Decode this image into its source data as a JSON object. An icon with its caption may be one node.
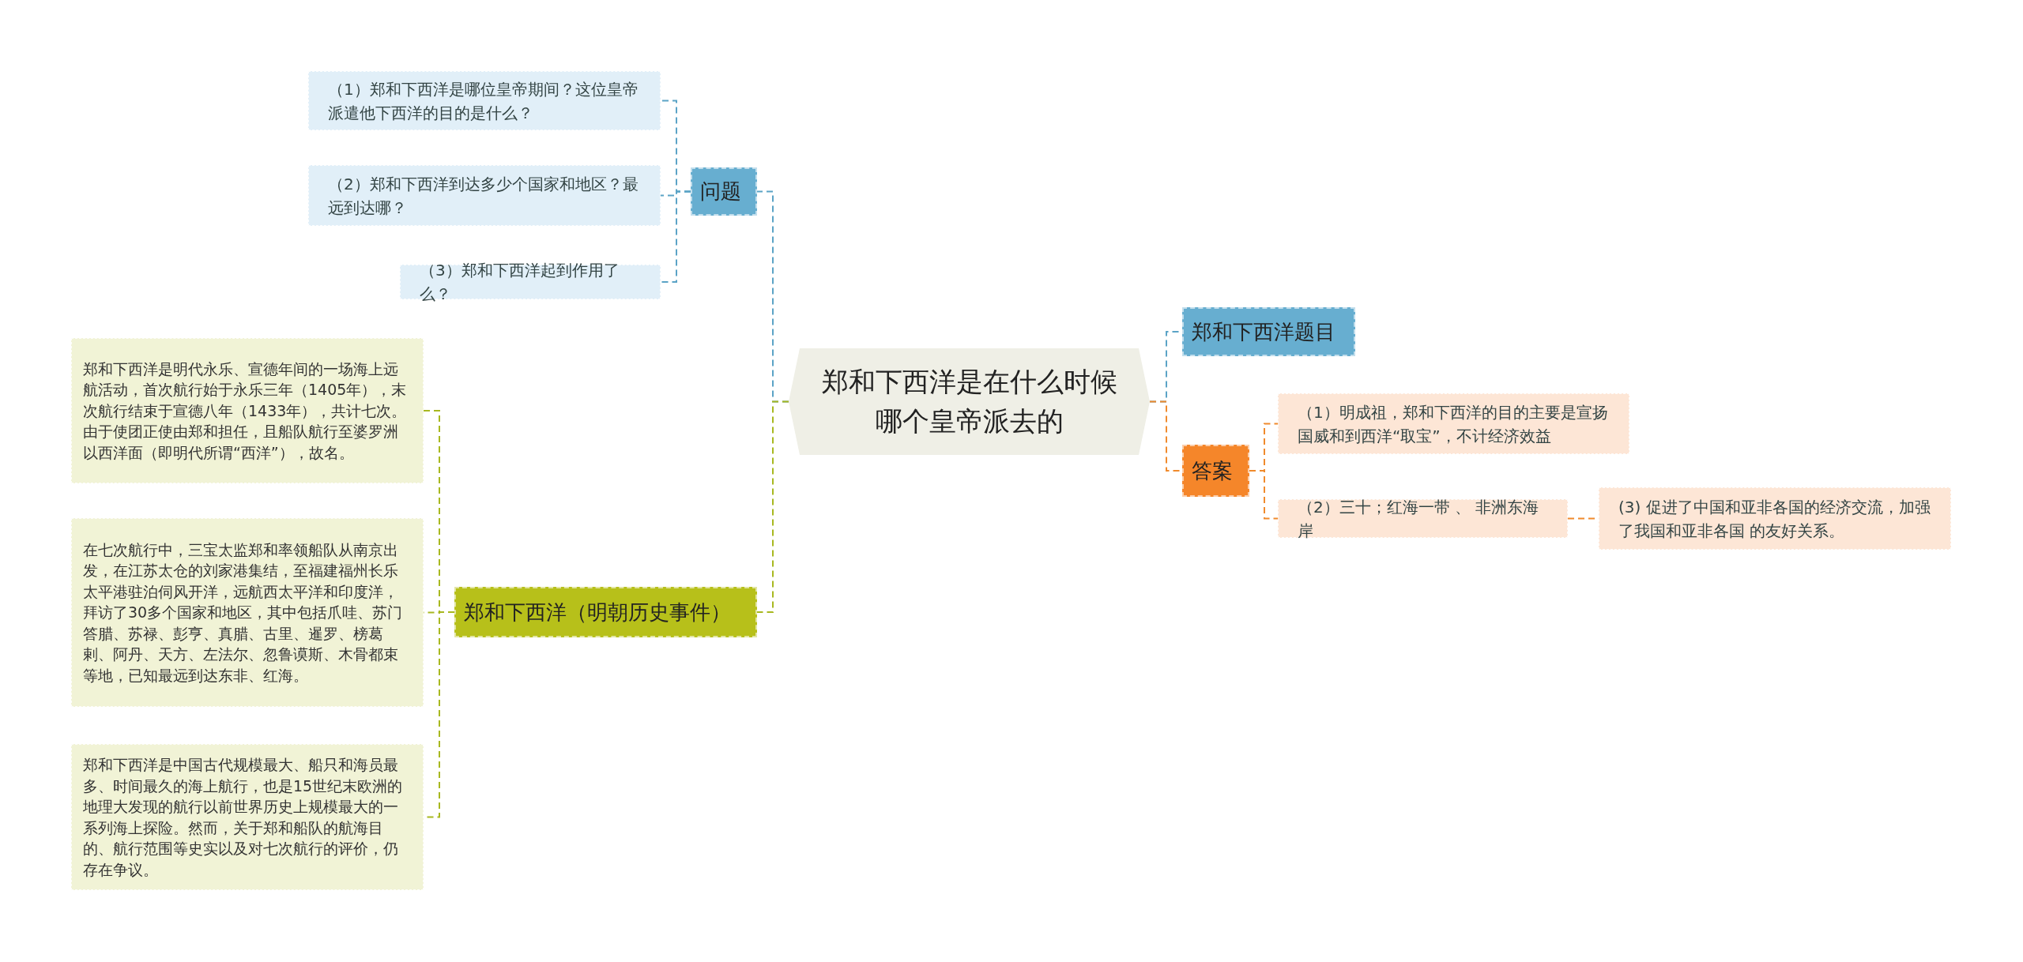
{
  "diagram": {
    "nodes": [
      {
        "text": [
          "郑和下西洋是在什么时候哪个皇帝派去的"
        ]
      },
      {
        "text": [
          "问题"
        ]
      },
      {
        "text": [
          "（1）郑和下西洋是哪位皇帝期间？这位皇帝派遣他下西洋的目的是什么？"
        ]
      },
      {
        "text": [
          "（2）郑和下西洋到达多少个国家和地区？最远到达哪？"
        ]
      },
      {
        "text": [
          "（3）郑和下西洋起到作用了么？"
        ]
      },
      {
        "text": [
          "郑和下西洋（明朝历史事件）"
        ]
      },
      {
        "text": [
          "郑和下西洋是明代永乐、宣德年间的一场海上远航活动，首次航行始于永乐三年（1405年），末次航行结束于宣德八年（1433年），共计七次。由于使团正使由郑和担任，且船队航行至婆罗洲以西洋面（即明代所谓“西洋”），故名。"
        ]
      },
      {
        "text": [
          "在七次航行中，三宝太监郑和率领船队从南京出发，在江苏太仓的刘家港集结，至福建福州长乐太平港驻泊伺风开洋，远航西太平洋和印度洋，拜访了30多个国家和地区，其中包括爪哇、苏门答腊、苏禄、彭亨、真腊、古里、暹罗、榜葛剌、阿丹、天方、左法尔、忽鲁谟斯、木骨都束等地，已知最远到达东非、红海。"
        ]
      },
      {
        "text": [
          "郑和下西洋是中国古代规模最大、船只和海员最多、时间最久的海上航行，也是15世纪末欧洲的地理大发现的航行以前世界历史上规模最大的一系列海上探险。然而，关于郑和船队的航海目的、航行范围等史实以及对七次航行的评价，仍存在争议。"
        ]
      },
      {
        "text": [
          "郑和下西洋题目"
        ]
      },
      {
        "text": [
          "答案"
        ]
      },
      {
        "text": [
          "（1）明成祖，郑和下西洋的目的主要是宣扬国威和到西洋“取宝”，不计经济效益"
        ]
      },
      {
        "text": [
          "（2）三十；红海一带 、 非洲东海岸"
        ]
      },
      {
        "text": [
          "(3) 促进了中国和亚非各国的经济交流，加强了我国和亚非各国 的友好关系。"
        ]
      }
    ],
    "edges": [
      {
        "from": 0,
        "to": 1,
        "arrow": "none",
        "style": "dashed",
        "color": "#5ba3c6"
      },
      {
        "from": 1,
        "to": 2,
        "arrow": "none",
        "style": "dashed",
        "color": "#5ba3c6"
      },
      {
        "from": 1,
        "to": 3,
        "arrow": "none",
        "style": "dashed",
        "color": "#5ba3c6"
      },
      {
        "from": 1,
        "to": 4,
        "arrow": "none",
        "style": "dashed",
        "color": "#5ba3c6"
      },
      {
        "from": 0,
        "to": 5,
        "arrow": "none",
        "style": "dashed",
        "color": "#a8b820"
      },
      {
        "from": 5,
        "to": 6,
        "arrow": "none",
        "style": "dashed",
        "color": "#a8b820"
      },
      {
        "from": 5,
        "to": 7,
        "arrow": "none",
        "style": "dashed",
        "color": "#a8b820"
      },
      {
        "from": 5,
        "to": 8,
        "arrow": "none",
        "style": "dashed",
        "color": "#a8b820"
      },
      {
        "from": 0,
        "to": 9,
        "arrow": "none",
        "style": "dashed",
        "color": "#5ba3c6"
      },
      {
        "from": 0,
        "to": 10,
        "arrow": "none",
        "style": "dashed",
        "color": "#f08a2c"
      },
      {
        "from": 10,
        "to": 11,
        "arrow": "none",
        "style": "dashed",
        "color": "#f08a2c"
      },
      {
        "from": 10,
        "to": 12,
        "arrow": "none",
        "style": "dashed",
        "color": "#f08a2c"
      },
      {
        "from": 12,
        "to": 13,
        "arrow": "none",
        "style": "dashed",
        "color": "#f08a2c"
      }
    ]
  }
}
